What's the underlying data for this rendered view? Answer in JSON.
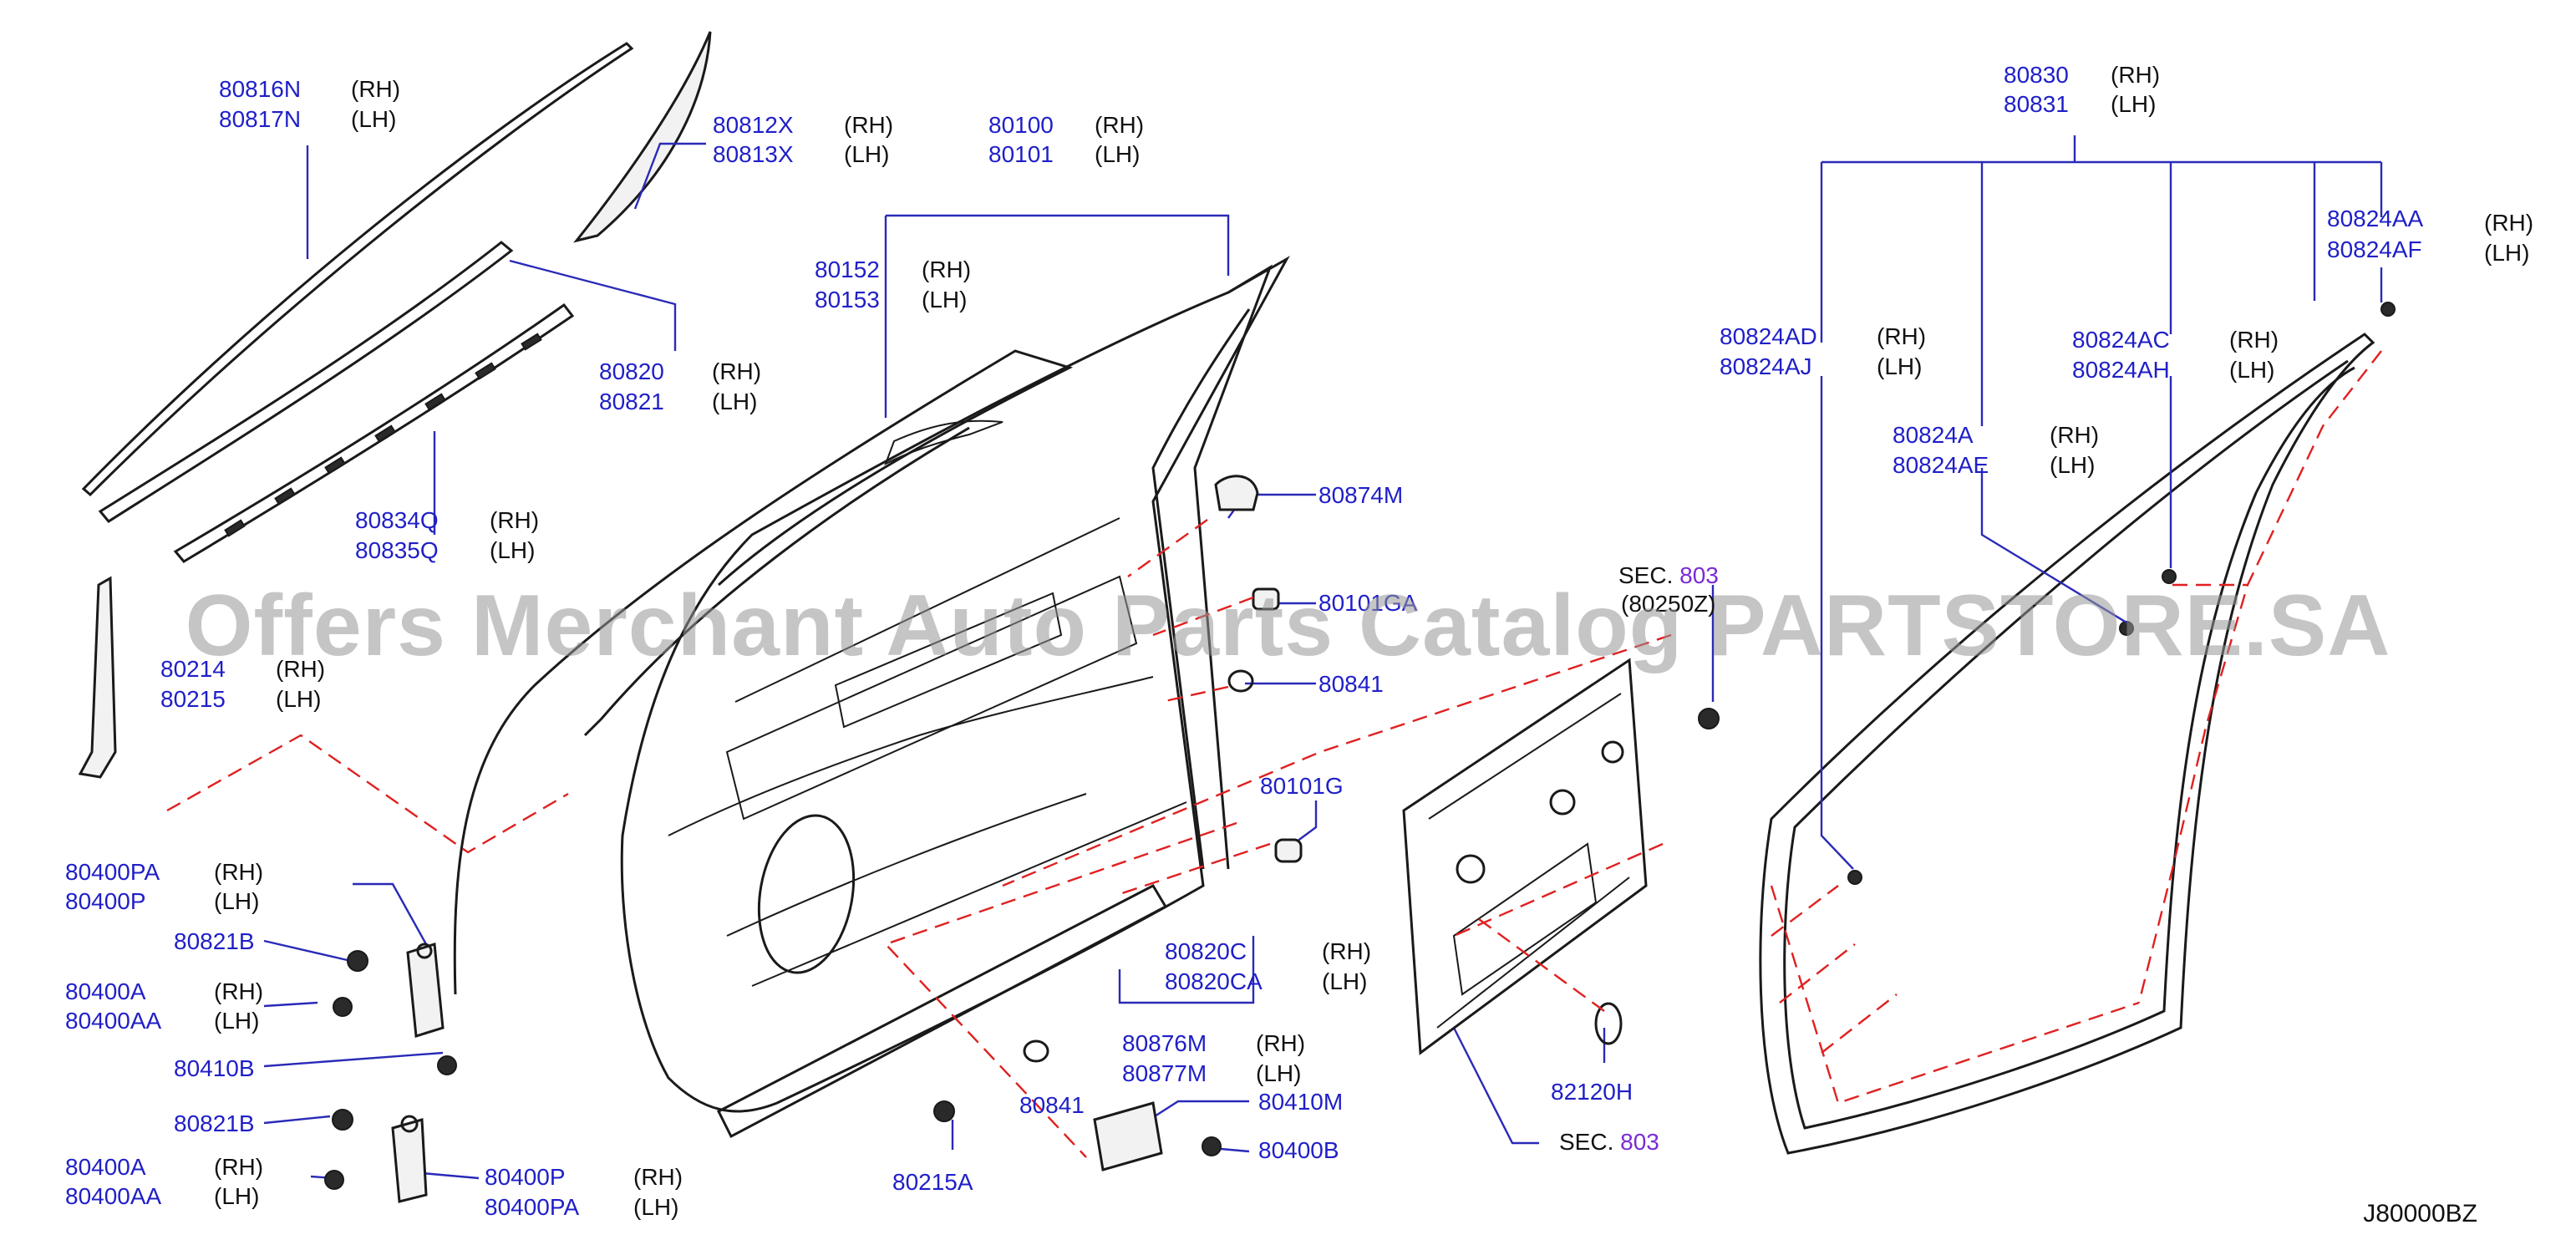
{
  "watermark": "Offers Merchant Auto Parts Catalog PARTSTORE.SA",
  "diagram_code": "J80000BZ",
  "parts": {
    "p80816": {
      "a": "80816N",
      "b": "80817N",
      "ra": "(RH)",
      "rb": "(LH)"
    },
    "p80812": {
      "a": "80812X",
      "b": "80813X",
      "ra": "(RH)",
      "rb": "(LH)"
    },
    "p80100": {
      "a": "80100",
      "b": "80101",
      "ra": "(RH)",
      "rb": "(LH)"
    },
    "p80152": {
      "a": "80152",
      "b": "80153",
      "ra": "(RH)",
      "rb": "(LH)"
    },
    "p80820": {
      "a": "80820",
      "b": "80821",
      "ra": "(RH)",
      "rb": "(LH)"
    },
    "p80834": {
      "a": "80834Q",
      "b": "80835Q",
      "ra": "(RH)",
      "rb": "(LH)"
    },
    "p80214": {
      "a": "80214",
      "b": "80215",
      "ra": "(RH)",
      "rb": "(LH)"
    },
    "p80874": {
      "a": "80874M"
    },
    "p80101ga": {
      "a": "80101GA"
    },
    "p80841a": {
      "a": "80841"
    },
    "p80101g": {
      "a": "80101G"
    },
    "p80400pa": {
      "a": "80400PA",
      "b": "80400P",
      "ra": "(RH)",
      "rb": "(LH)"
    },
    "p80821b1": {
      "a": "80821B"
    },
    "p80400a1": {
      "a": "80400A",
      "b": "80400AA",
      "ra": "(RH)",
      "rb": "(LH)"
    },
    "p80410b": {
      "a": "80410B"
    },
    "p80821b2": {
      "a": "80821B"
    },
    "p80400a2": {
      "a": "80400A",
      "b": "80400AA",
      "ra": "(RH)",
      "rb": "(LH)"
    },
    "p80400p": {
      "a": "80400P",
      "b": "80400PA",
      "ra": "(RH)",
      "rb": "(LH)"
    },
    "p80215a": {
      "a": "80215A"
    },
    "p80841b": {
      "a": "80841"
    },
    "p80820c": {
      "a": "80820C",
      "b": "80820CA",
      "ra": "(RH)",
      "rb": "(LH)"
    },
    "p80876": {
      "a": "80876M",
      "b": "80877M",
      "ra": "(RH)",
      "rb": "(LH)"
    },
    "p80410m": {
      "a": "80410M"
    },
    "p80400b": {
      "a": "80400B"
    },
    "p82120h": {
      "a": "82120H"
    },
    "p80830": {
      "a": "80830",
      "b": "80831",
      "ra": "(RH)",
      "rb": "(LH)"
    },
    "p80824aa": {
      "a": "80824AA",
      "b": "80824AF",
      "ra": "(RH)",
      "rb": "(LH)"
    },
    "p80824ad": {
      "a": "80824AD",
      "b": "80824AJ",
      "ra": "(RH)",
      "rb": "(LH)"
    },
    "p80824ac": {
      "a": "80824AC",
      "b": "80824AH",
      "ra": "(RH)",
      "rb": "(LH)"
    },
    "p80824a": {
      "a": "80824A",
      "b": "80824AE",
      "ra": "(RH)",
      "rb": "(LH)"
    }
  },
  "sections": {
    "upper": {
      "prefix": "SEC.",
      "num": "803",
      "sub": "(80250Z)"
    },
    "lower": {
      "prefix": "SEC.",
      "num": "803"
    }
  },
  "colors": {
    "label": "#1f1fc8",
    "dash": "#e02020",
    "section_number": "#7a2bd6"
  }
}
